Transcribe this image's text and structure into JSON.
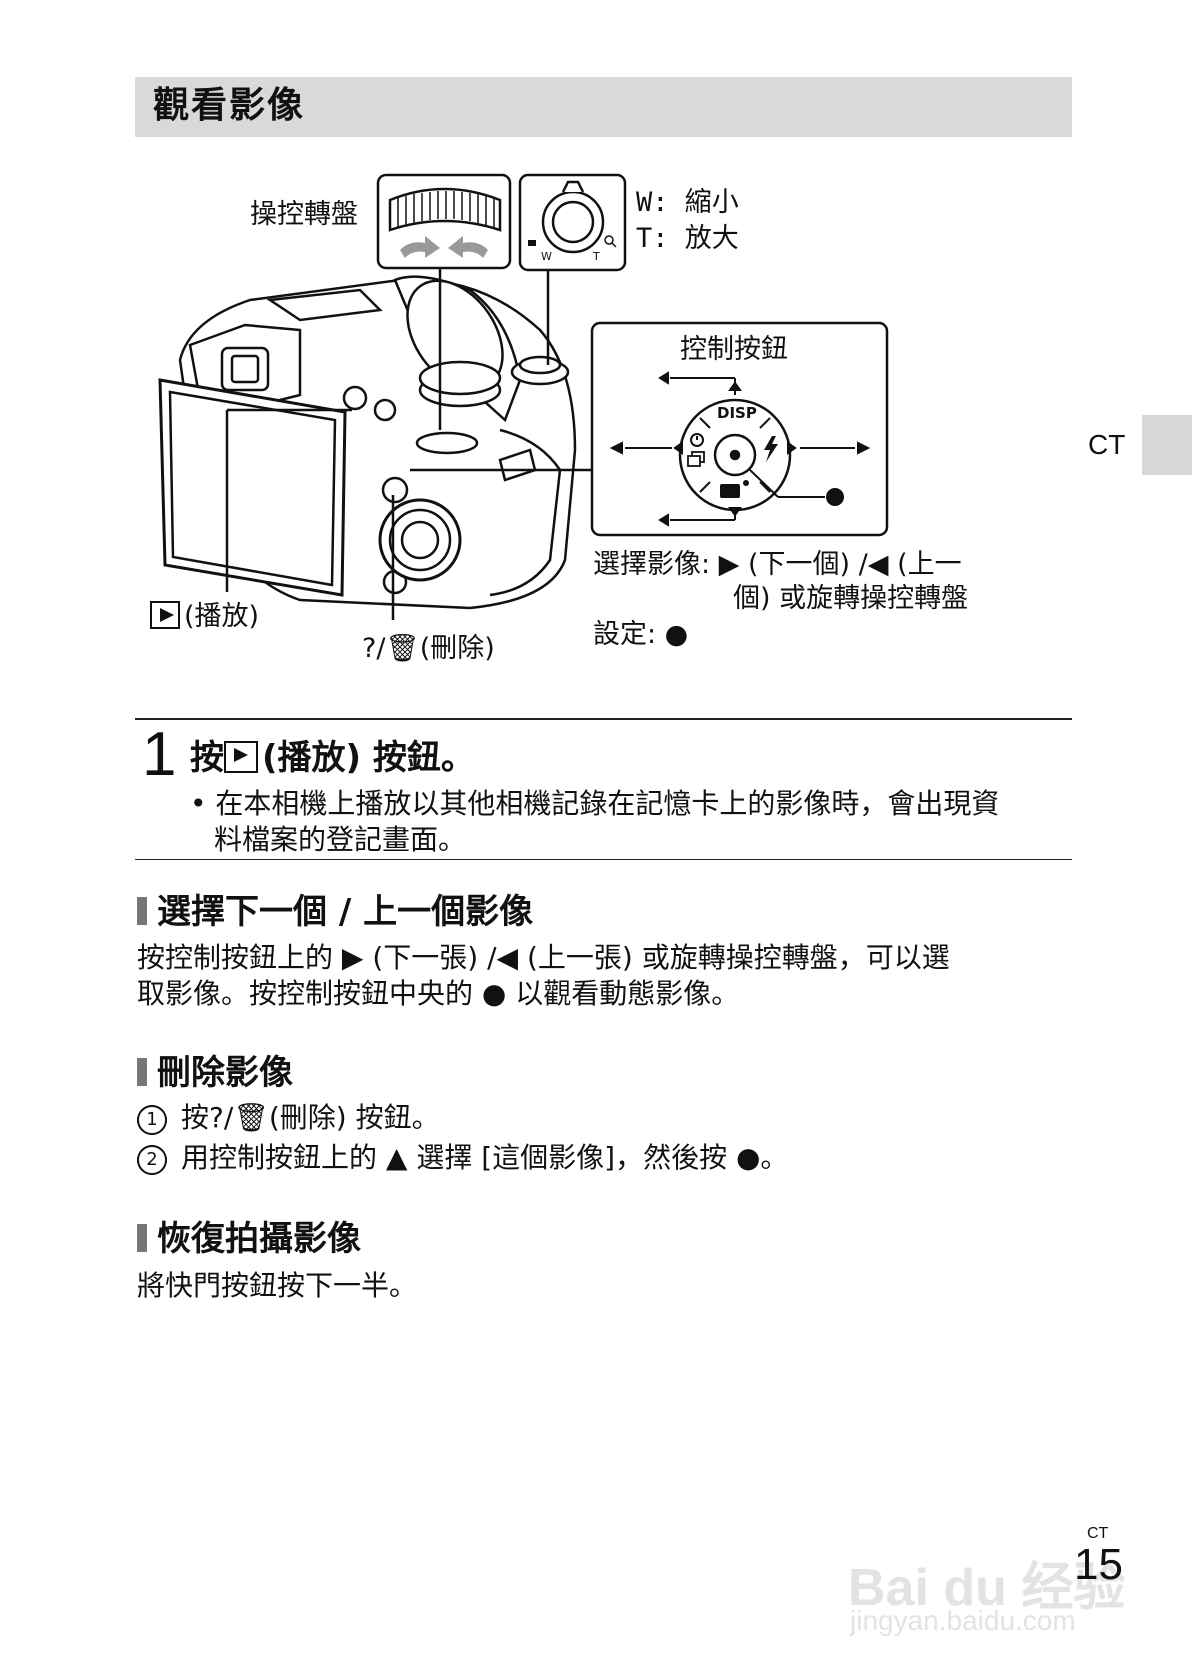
{
  "header": {
    "title": "觀看影像"
  },
  "diagram": {
    "label_dial": "操控轉盤",
    "zoom_w": "W: 縮小",
    "zoom_t": "T: 放大",
    "zoom_w_mark": "W",
    "zoom_t_mark": "T",
    "label_control": "控制按鈕",
    "disp": "DISP",
    "select_line1": "選擇影像: ▶ (下一個) /◀ (上一",
    "select_line2": "個) 或旋轉操控轉盤",
    "set_label": "設定: ●",
    "playback_label": "(播放)",
    "delete_label": "?/🗑(刪除)"
  },
  "side_tab": "CT",
  "step1": {
    "number": "1",
    "prefix": "按",
    "suffix": "(播放) 按鈕。",
    "bullet_line1": "• 在本相機上播放以其他相機記錄在記憶卡上的影像時，會出現資",
    "bullet_line2": "料檔案的登記畫面。"
  },
  "section_next": {
    "title": "選擇下一個 / 上一個影像",
    "line1": "按控制按鈕上的 ▶ (下一張) /◀ (上一張) 或旋轉操控轉盤，可以選",
    "line2": "取影像。按控制按鈕中央的 ● 以觀看動態影像。"
  },
  "section_delete": {
    "title": "刪除影像",
    "item1_num": "1",
    "item1": "按?/🗑(刪除) 按鈕。",
    "item2_num": "2",
    "item2": "用控制按鈕上的 ▲ 選擇 [這個影像]，然後按 ●。"
  },
  "section_restore": {
    "title": "恢復拍攝影像",
    "line1": "將快門按鈕按下一半。"
  },
  "page": {
    "ct": "CT",
    "number": "15"
  },
  "watermark": {
    "brand": "Bai du 经验",
    "url": "jingyan.baidu.com"
  }
}
